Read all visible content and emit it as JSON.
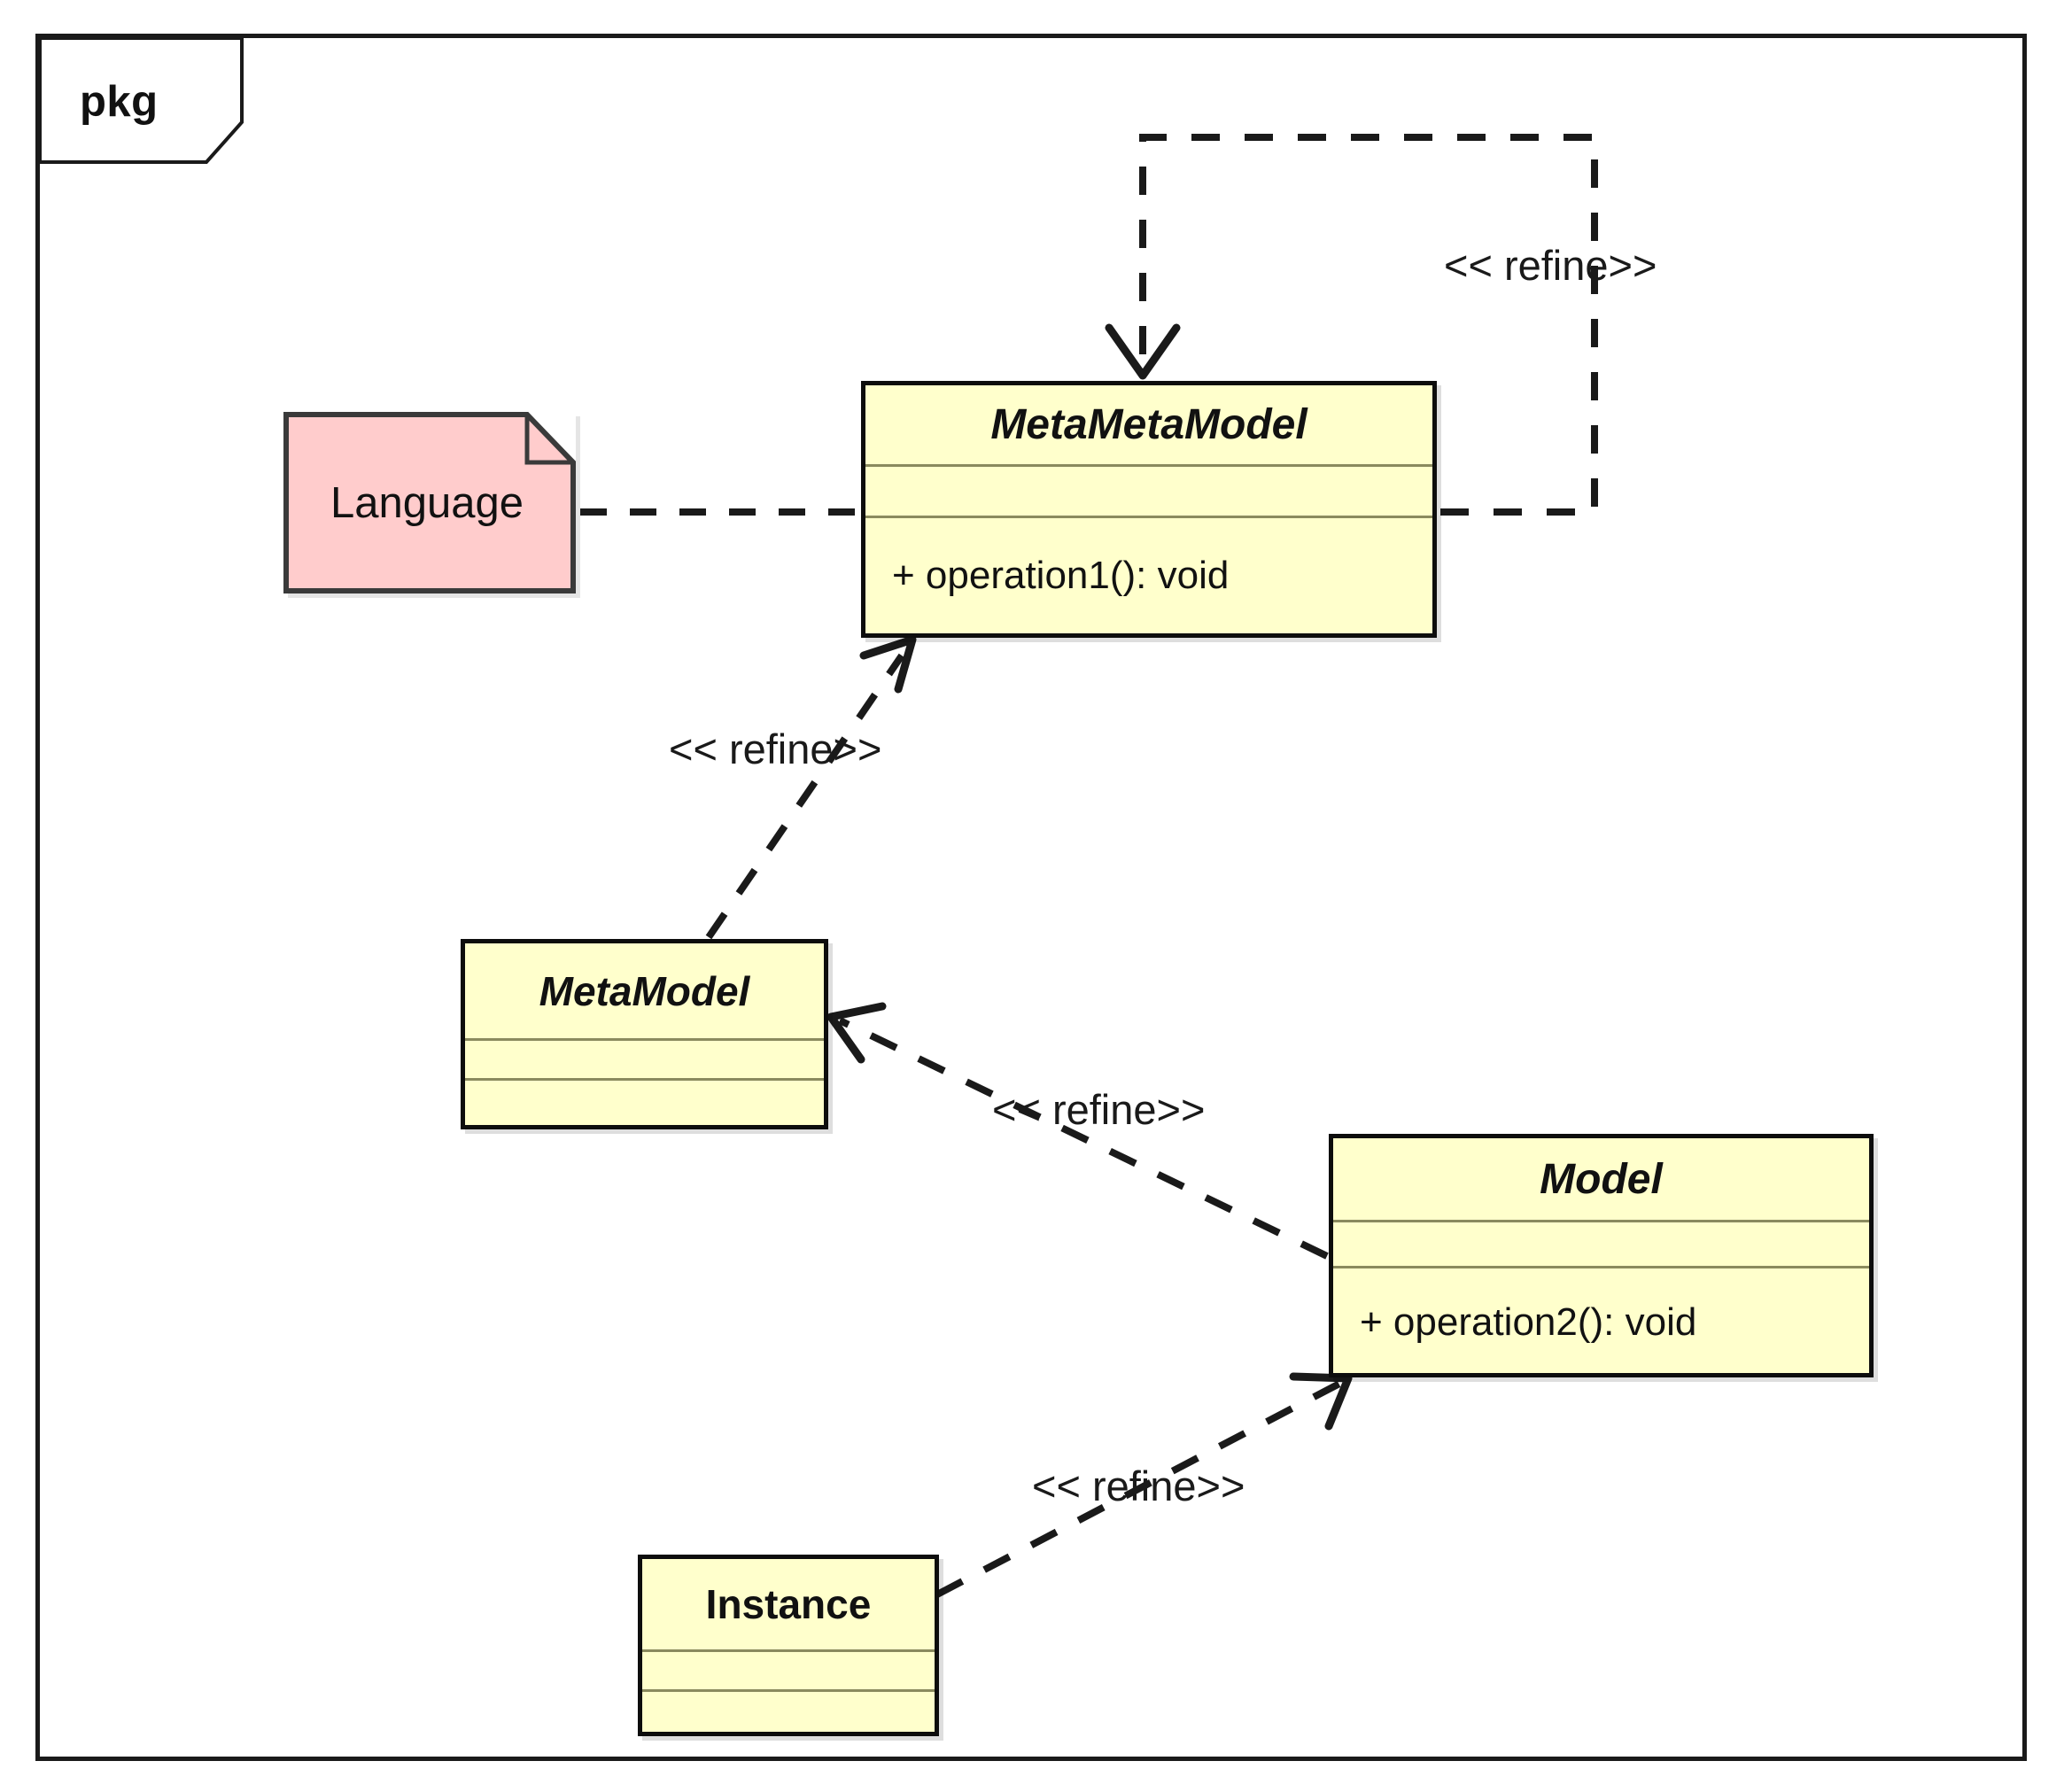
{
  "diagram": {
    "type": "uml-class-diagram",
    "package": {
      "label": "pkg"
    },
    "colors": {
      "class_fill": "#FFFFCC",
      "class_border": "#0D0D0D",
      "note_fill": "#FFCCCC",
      "note_border": "#3A3A3A",
      "compartment_divider": "#8A8A5E",
      "edge": "#1A1A1A",
      "background": "#FFFFFF"
    },
    "classes": [
      {
        "id": "metametamodel",
        "name": "MetaMetaModel",
        "abstract": true,
        "attributes": [],
        "operations": [
          "+ operation1(): void"
        ]
      },
      {
        "id": "metamodel",
        "name": "MetaModel",
        "abstract": true,
        "attributes": [],
        "operations": []
      },
      {
        "id": "model",
        "name": "Model",
        "abstract": true,
        "attributes": [],
        "operations": [
          "+ operation2(): void"
        ]
      },
      {
        "id": "instance",
        "name": "Instance",
        "abstract": false,
        "attributes": [],
        "operations": []
      }
    ],
    "notes": [
      {
        "id": "language",
        "text": "Language",
        "anchored_to": "metametamodel"
      }
    ],
    "relationships": [
      {
        "id": "refine-self",
        "stereotype": "<< refine>>",
        "source": "MetaMetaModel",
        "target": "MetaMetaModel",
        "style": "dashed",
        "arrowhead": "open"
      },
      {
        "id": "refine-metamodel",
        "stereotype": "<< refine>>",
        "source": "MetaModel",
        "target": "MetaMetaModel",
        "style": "dashed",
        "arrowhead": "open"
      },
      {
        "id": "refine-model",
        "stereotype": "<< refine>>",
        "source": "Model",
        "target": "MetaModel",
        "style": "dashed",
        "arrowhead": "open"
      },
      {
        "id": "refine-instance",
        "stereotype": "<< refine>>",
        "source": "Instance",
        "target": "Model",
        "style": "dashed",
        "arrowhead": "open"
      },
      {
        "id": "note-link",
        "stereotype": "",
        "source": "Language",
        "target": "MetaMetaModel",
        "style": "dashed",
        "arrowhead": "none"
      }
    ]
  }
}
